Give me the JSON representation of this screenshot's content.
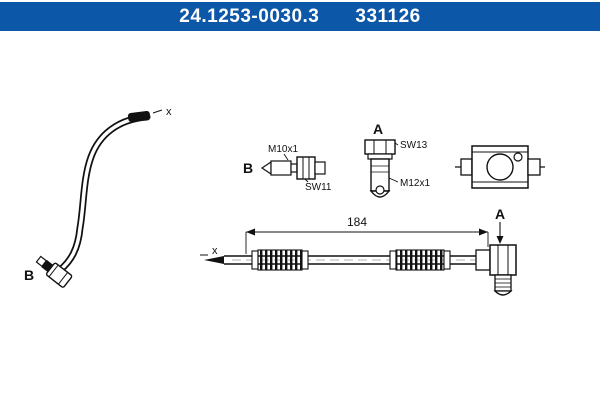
{
  "header": {
    "part_number": "24.1253-0030.3",
    "ref_number": "331126",
    "bg_color": "#0d57a8",
    "text_color": "#ffffff"
  },
  "diagram": {
    "labels": {
      "top_hose_end_x": "x",
      "left_fitting_b": "B",
      "detail_b_letter": "B",
      "detail_b_thread": "M10x1",
      "detail_b_wrench": "SW11",
      "detail_a_letter": "A",
      "detail_a_wrench": "SW13",
      "detail_a_thread": "M12x1",
      "dimension_length": "184",
      "bottom_hose_end_x": "x",
      "right_fitting_a": "A"
    }
  }
}
